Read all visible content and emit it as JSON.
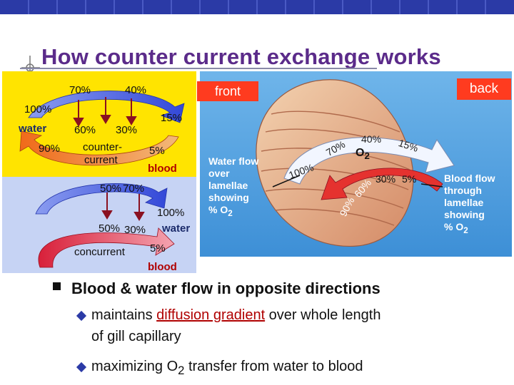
{
  "title": "How counter current exchange works",
  "tags": {
    "front": "front",
    "back": "back"
  },
  "countercurrent_panel": {
    "top_labels": [
      "70%",
      "40%"
    ],
    "left_100": "100%",
    "water": "water",
    "mid_labels": [
      "60%",
      "30%"
    ],
    "right_15": "15%",
    "left_90": "90%",
    "center_line1": "counter-",
    "center_line2": "current",
    "right_5": "5%",
    "blood": "blood"
  },
  "concurrent_panel": {
    "top_labels": [
      "50%",
      "70%"
    ],
    "right_100": "100%",
    "bottom_labels": [
      "50%",
      "30%"
    ],
    "water": "water",
    "center": "concurrent",
    "right_5": "5%",
    "blood": "blood"
  },
  "gill_diagram": {
    "water_flow_lines": [
      "Water flow",
      "over",
      "lamellae",
      "showing",
      "% O"
    ],
    "blood_flow_lines": [
      "Blood flow",
      "through",
      "lamellae",
      "showing",
      "% O"
    ],
    "subscript": "2",
    "o2_label": "O",
    "arc_top": [
      "100%",
      "70%",
      "40%",
      "15%"
    ],
    "arc_bottom": [
      "90%",
      "60%",
      "30%",
      "5%"
    ]
  },
  "bullet": "Blood & water flow in opposite directions",
  "sub_points": [
    {
      "before": "maintains ",
      "underlined": "diffusion gradient",
      "after": " over whole length",
      "line2": "of gill capillary"
    },
    {
      "before": "maximizing O",
      "sub": "2",
      "after": " transfer from water to blood"
    }
  ]
}
